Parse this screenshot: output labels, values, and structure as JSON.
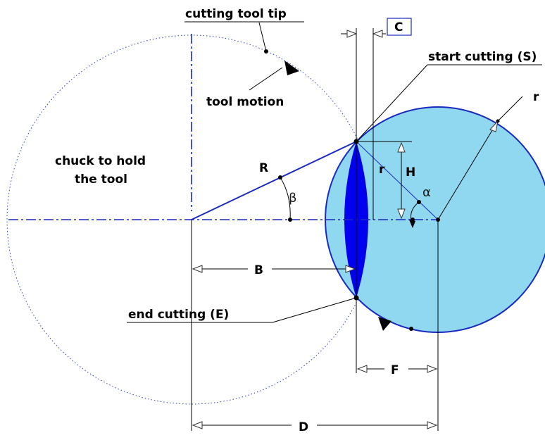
{
  "labels": {
    "cutting_tool_tip": "cutting tool tip",
    "tool_motion": "tool motion",
    "start_cutting": "start cutting (S)",
    "end_cutting": "end cutting (E)",
    "chuck_line1": "chuck to hold",
    "chuck_line2": "the tool",
    "R": "R",
    "r_small": "r",
    "r_outer": "r",
    "H": "H",
    "B": "B",
    "C": "C",
    "D": "D",
    "F": "F",
    "alpha": "α",
    "beta": "β"
  },
  "colors": {
    "workpiece_fill": "#8fd8f0",
    "chip_fill": "#0000ee",
    "line_blue": "#1a2ac0",
    "dim_line": "#000000",
    "text": "#000000"
  }
}
